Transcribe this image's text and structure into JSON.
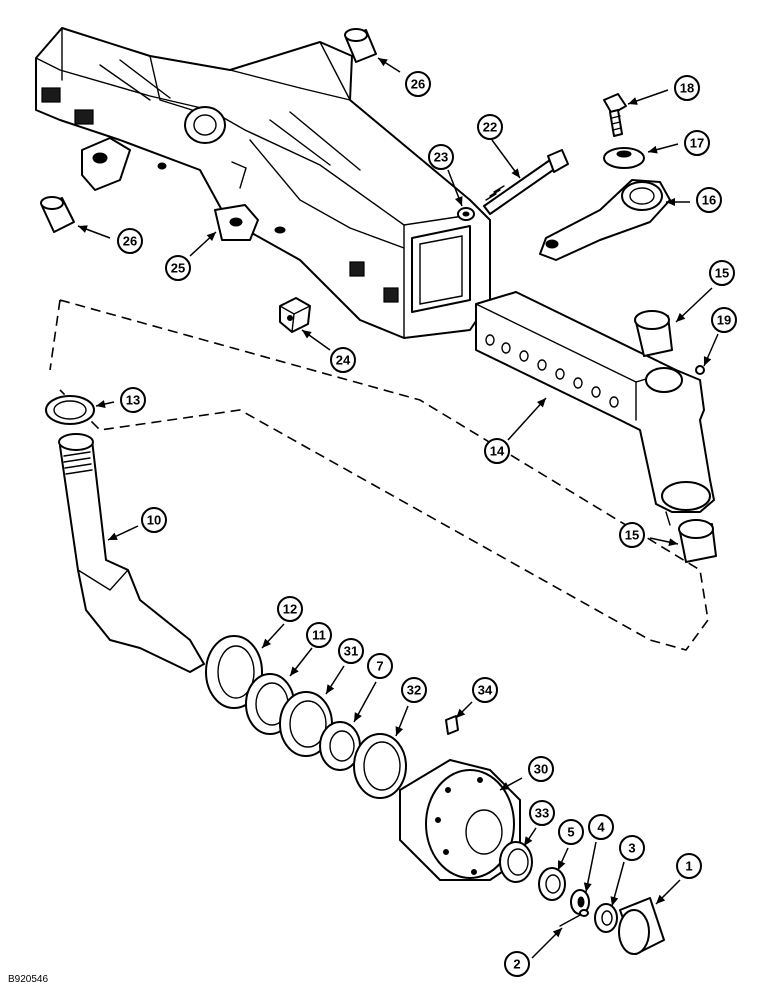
{
  "figure_code": "B920546",
  "callouts": [
    {
      "id": "c26a",
      "label": "26"
    },
    {
      "id": "c18",
      "label": "18"
    },
    {
      "id": "c22",
      "label": "22"
    },
    {
      "id": "c23",
      "label": "23"
    },
    {
      "id": "c17",
      "label": "17"
    },
    {
      "id": "c16",
      "label": "16"
    },
    {
      "id": "c26b",
      "label": "26"
    },
    {
      "id": "c25",
      "label": "25"
    },
    {
      "id": "c15a",
      "label": "15"
    },
    {
      "id": "c19",
      "label": "19"
    },
    {
      "id": "c24",
      "label": "24"
    },
    {
      "id": "c13",
      "label": "13"
    },
    {
      "id": "c14",
      "label": "14"
    },
    {
      "id": "c10",
      "label": "10"
    },
    {
      "id": "c15b",
      "label": "15"
    },
    {
      "id": "c12",
      "label": "12"
    },
    {
      "id": "c11",
      "label": "11"
    },
    {
      "id": "c31",
      "label": "31"
    },
    {
      "id": "c7",
      "label": "7"
    },
    {
      "id": "c32",
      "label": "32"
    },
    {
      "id": "c34",
      "label": "34"
    },
    {
      "id": "c30",
      "label": "30"
    },
    {
      "id": "c33",
      "label": "33"
    },
    {
      "id": "c5",
      "label": "5"
    },
    {
      "id": "c4",
      "label": "4"
    },
    {
      "id": "c3",
      "label": "3"
    },
    {
      "id": "c1",
      "label": "1"
    },
    {
      "id": "c2",
      "label": "2"
    }
  ]
}
